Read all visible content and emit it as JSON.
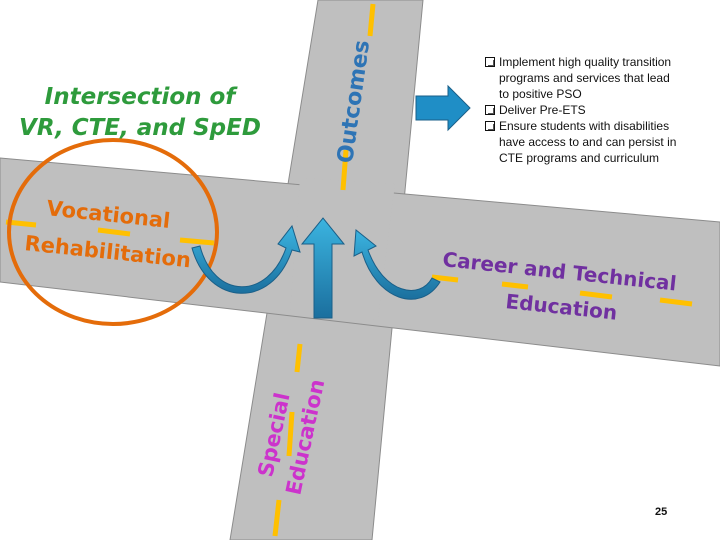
{
  "title": {
    "line1": "Intersection of",
    "line2": "VR, CTE, and SpED"
  },
  "roads": {
    "outcomes": "Outcomes",
    "vr_line1": "Vocational",
    "vr_line2": "Rehabilitation",
    "cte_line1": "Career and Technical",
    "cte_line2": "Education",
    "sped_line1": "Special",
    "sped_line2": "Education"
  },
  "bullets": [
    {
      "line1": "Implement high quality transition",
      "line2": "programs and services that lead",
      "line3": "to positive PSO"
    },
    {
      "line1": "Deliver Pre-ETS"
    },
    {
      "line1": "Ensure students with disabilities",
      "line2": "have access to and can persist in",
      "line3": "CTE programs and curriculum"
    }
  ],
  "page_number": "25",
  "colors": {
    "road": "#bfbfbf",
    "road_edge": "#8c8c8c",
    "lane_marking": "#ffc000",
    "title_green": "#2e9b3c",
    "vr_orange": "#e46c0a",
    "cte_purple": "#7030a0",
    "sped_magenta": "#cc33cc",
    "outcomes_blue": "#2e74b5",
    "arrow_blue": "#1f8ec6"
  }
}
